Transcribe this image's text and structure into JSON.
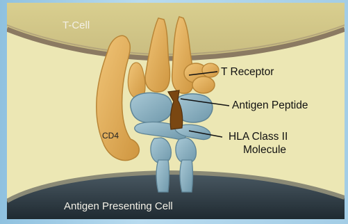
{
  "diagram": {
    "labels": {
      "t_cell": "T-Cell",
      "cd4": "CD4",
      "t_receptor": "T Receptor",
      "antigen_peptide": "Antigen Peptide",
      "hla_line1": "HLA Class II",
      "hla_line2": "Molecule",
      "apc": "Antigen Presenting Cell"
    },
    "colors": {
      "background": "#ece7b4",
      "t_cell_membrane": "#8b7a62",
      "apc_interior": "#2e3c45",
      "t_receptor": "#e3b05a",
      "cd4": "#e3b05a",
      "hla_molecule": "#8fb3c3",
      "antigen_peptide": "#7a4712"
    }
  }
}
